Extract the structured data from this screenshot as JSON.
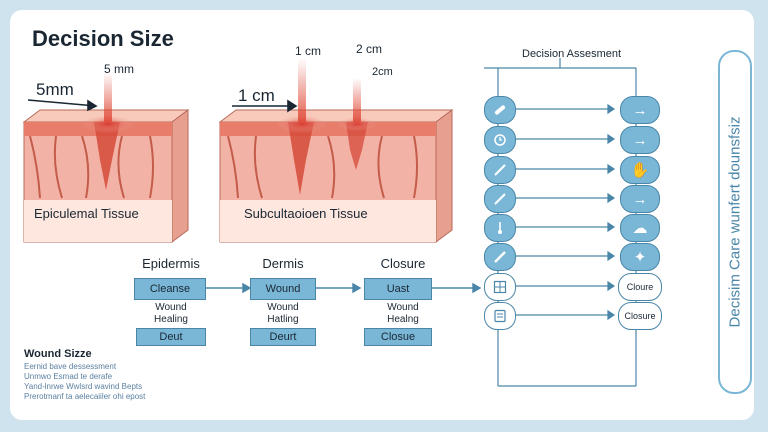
{
  "title": "Decision Size",
  "tissue_left": {
    "measure_top": "5 mm",
    "measure_main": "5mm",
    "label": "Epiculemal Tissue"
  },
  "tissue_right": {
    "measure_main": "1 cm",
    "measure_top1": "1 cm",
    "measure_top2": "2 cm",
    "measure_top3": "2cm",
    "label": "Subcultaoioen Tissue"
  },
  "flow": [
    {
      "heading": "Epidermis",
      "top_box": "Cleanse",
      "middle": [
        "Wound",
        "Healing"
      ],
      "bottom_box": "Deut"
    },
    {
      "heading": "Dermis",
      "top_box": "Wound",
      "middle": [
        "Wound",
        "Hatling"
      ],
      "bottom_box": "Deurt"
    },
    {
      "heading": "Closure",
      "top_box": "Uast",
      "middle": [
        "Wound",
        "Healng"
      ],
      "bottom_box": "Closue"
    }
  ],
  "legend": {
    "title": "Wound Sizze",
    "lines": [
      "Eernid bave dessessment",
      "Unmwo Esmad te derafe",
      "Yand-lnrwe Wwlsrd wavind Bepts",
      "Prerotmanf ta aelecaiiler ohi epost"
    ]
  },
  "decision": {
    "title": "Decision Assesment",
    "left_icons": [
      "bandage-icon",
      "clock-icon",
      "scalpel-icon",
      "scalpel-icon",
      "drip-icon",
      "syringe-icon",
      "grid-icon",
      "document-icon"
    ],
    "right_nodes": [
      {
        "type": "arrow",
        "icon": "arrow-right-icon"
      },
      {
        "type": "arrow",
        "icon": "arrow-right-icon"
      },
      {
        "type": "arrow",
        "icon": "hand-icon"
      },
      {
        "type": "arrow",
        "icon": "arrow-right-icon"
      },
      {
        "type": "arrow",
        "icon": "cloud-icon"
      },
      {
        "type": "arrow",
        "icon": "bandage-icon"
      },
      {
        "type": "text",
        "text": "Cloure"
      },
      {
        "type": "text",
        "text": "Closure"
      }
    ]
  },
  "side_panel": "Decisim Care wunfert dounsfsiz",
  "colors": {
    "accent": "#7ab7d7",
    "accent_dark": "#4a86a8",
    "tissue": "#f2b3a6",
    "wound": "#e04a3a",
    "background": "#cfe3ef"
  }
}
